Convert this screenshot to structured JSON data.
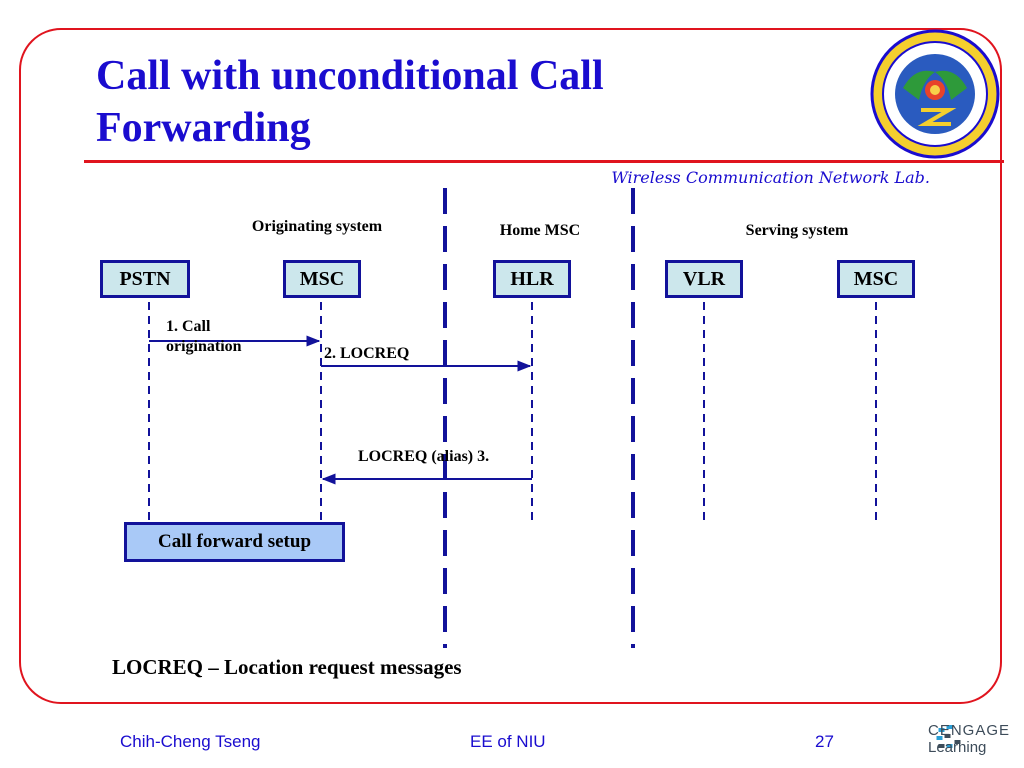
{
  "slide": {
    "title_line1": "Call with unconditional Call",
    "title_line2": "Forwarding",
    "lab_name": "Wireless Communication Network Lab.",
    "footnote": "LOCREQ – Location request messages"
  },
  "systems": {
    "originating": "Originating system",
    "home": "Home MSC",
    "serving": "Serving system"
  },
  "entities": [
    "PSTN",
    "MSC",
    "HLR",
    "VLR",
    "MSC"
  ],
  "messages": {
    "m1_line1": "1. Call",
    "m1_line2": "origination",
    "m2": "2. LOCREQ",
    "m3": "LOCREQ  (alias) 3."
  },
  "setup_box": "Call forward setup",
  "footer": {
    "author": "Chih-Cheng Tseng",
    "dept": "EE of NIU",
    "page": "27",
    "publisher_line1": "CENGAGE",
    "publisher_line2": "Learning"
  },
  "colors": {
    "title": "#1a0ccf",
    "frame": "#e0141e",
    "entity_fill": "#cce7ec",
    "entity_border": "#12129a",
    "setup_fill": "#a9c9f7",
    "arrow": "#12129a"
  },
  "icons": {
    "seal": "university-seal-icon",
    "publisher": "cengage-logo-icon"
  }
}
